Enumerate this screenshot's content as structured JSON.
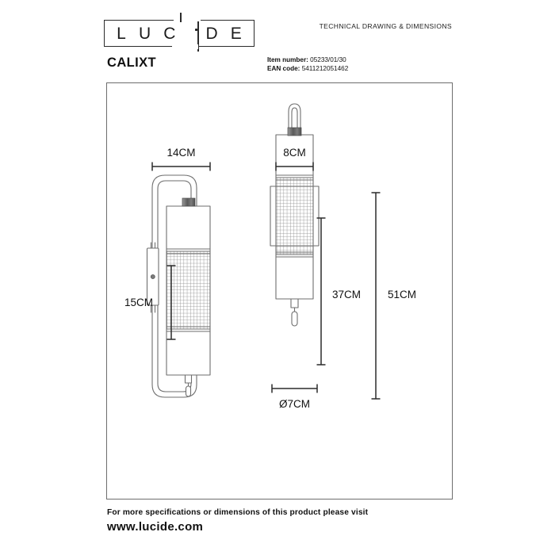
{
  "header": {
    "logo_text": "LUCIDE",
    "logo_letters": [
      "L",
      "U",
      "C",
      "I",
      "D",
      "E"
    ],
    "tech_title": "TECHNICAL DRAWING & DIMENSIONS",
    "product_name": "CALIXT",
    "item_number_label": "Item number:",
    "item_number_value": "05233/01/30",
    "ean_label": "EAN code:",
    "ean_value": "5411212051462"
  },
  "drawing": {
    "dimensions": {
      "width_front": "14CM",
      "width_side": "8CM",
      "height_mount": "15CM",
      "height_body": "37CM",
      "height_total": "51CM",
      "diameter": "Ø7CM"
    },
    "colors": {
      "line": "#6e6e6e",
      "dim_line": "#2b2b2b",
      "mesh": "#8c8c8c",
      "metal_dark": "#5a5a5a"
    }
  },
  "footer": {
    "line1": "For more specifications or dimensions of this product please visit",
    "line2": "www.lucide.com"
  }
}
